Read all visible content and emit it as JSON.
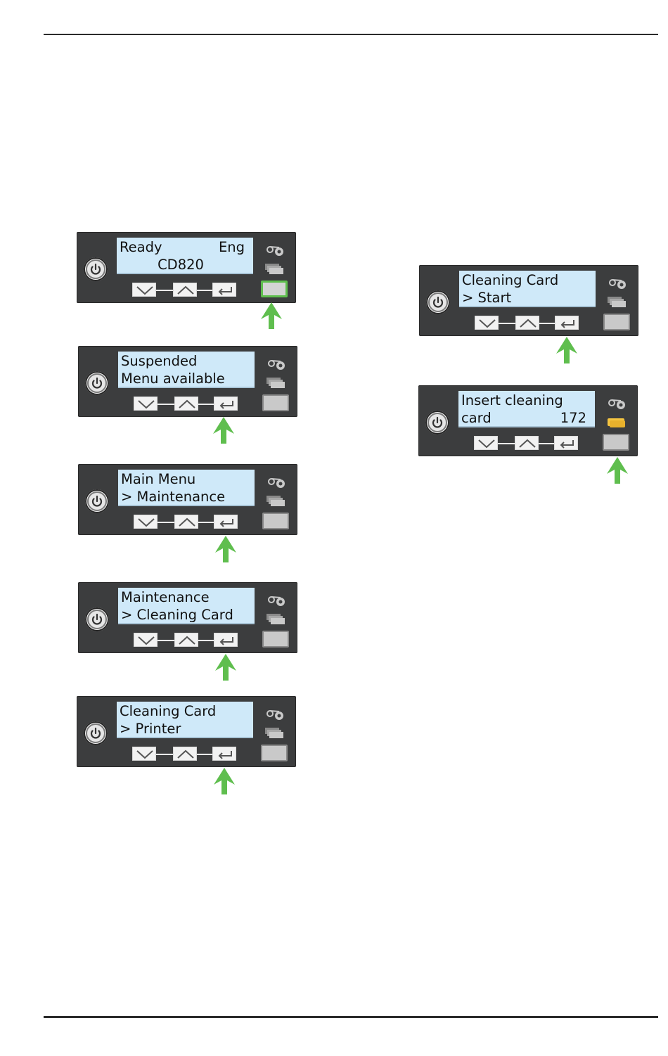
{
  "panels": [
    {
      "line1": "Ready",
      "line1_right": "Eng",
      "line2": "CD820",
      "line2_centered": true
    },
    {
      "line1": "Suspended",
      "line2": "Menu available"
    },
    {
      "line1": "Main Menu",
      "line2": "> Maintenance"
    },
    {
      "line1": "Maintenance",
      "line2": "> Cleaning Card"
    },
    {
      "line1": "Cleaning Card",
      "line2": "> Printer"
    },
    {
      "line1": "Cleaning Card",
      "line2": "> Start"
    },
    {
      "line1": "Insert cleaning",
      "line2": "card",
      "line2_right": "172"
    }
  ],
  "colors": {
    "panel": "#3c3d3e",
    "lcd": "#cfe9f9",
    "arrow": "#5fbe4e",
    "card_led": "#f5c542"
  },
  "icons": [
    "power-icon",
    "down-arrow-key-icon",
    "up-arrow-key-icon",
    "enter-key-icon",
    "ribbon-icon",
    "card-stack-icon",
    "green-arrow-icon"
  ]
}
